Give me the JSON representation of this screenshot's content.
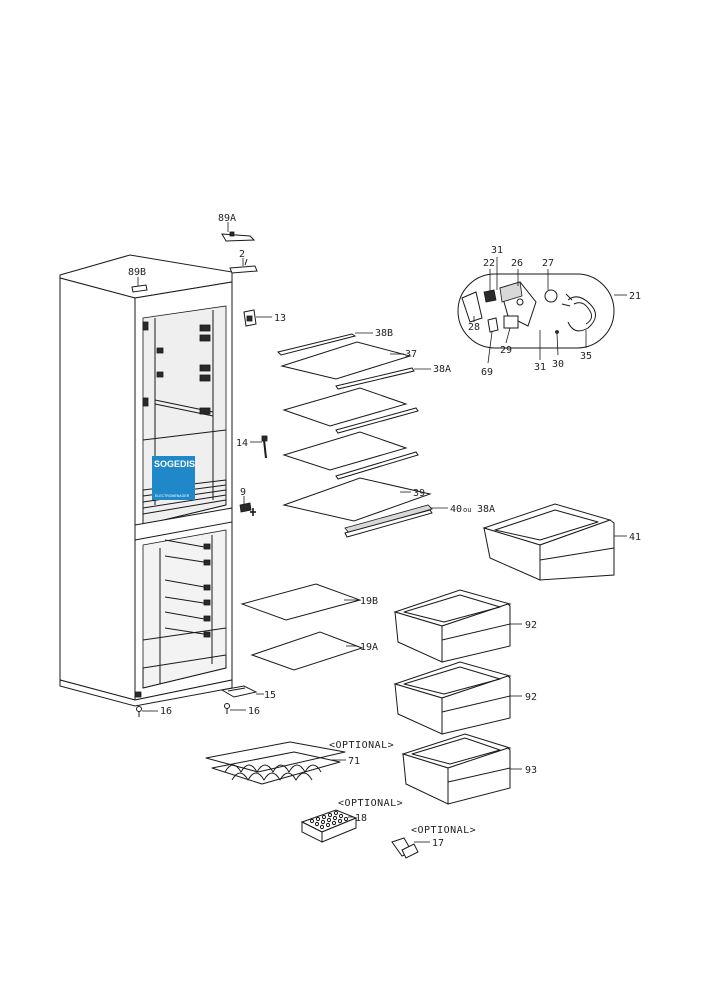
{
  "labels": {
    "p89a": "89A",
    "p2": "2",
    "p89b": "89B",
    "p13": "13",
    "p38b": "38B",
    "p37": "37",
    "p38a": "38A",
    "p14": "14",
    "p9": "9",
    "p39": "39",
    "p40": "40",
    "p40ou": "ou",
    "p40b": "38A",
    "p41": "41",
    "p19b": "19B",
    "p19a": "19A",
    "p92a": "92",
    "p92b": "92",
    "p93": "93",
    "p15": "15",
    "p16a": "16",
    "p16b": "16",
    "p71": "71",
    "p18": "18",
    "p17": "17",
    "p21": "21",
    "p31a": "31",
    "p22": "22",
    "p26": "26",
    "p27": "27",
    "p28": "28",
    "p69": "69",
    "p29": "29",
    "p31b": "31",
    "p30": "30",
    "p35": "35"
  },
  "optional": {
    "opt71": "<OPTIONAL>",
    "opt18": "<OPTIONAL>",
    "opt17": "<OPTIONAL>"
  },
  "logo": {
    "name": "SOGEDIS",
    "sub": "ELECTROMENAGER",
    "color": "#1e88c8"
  }
}
